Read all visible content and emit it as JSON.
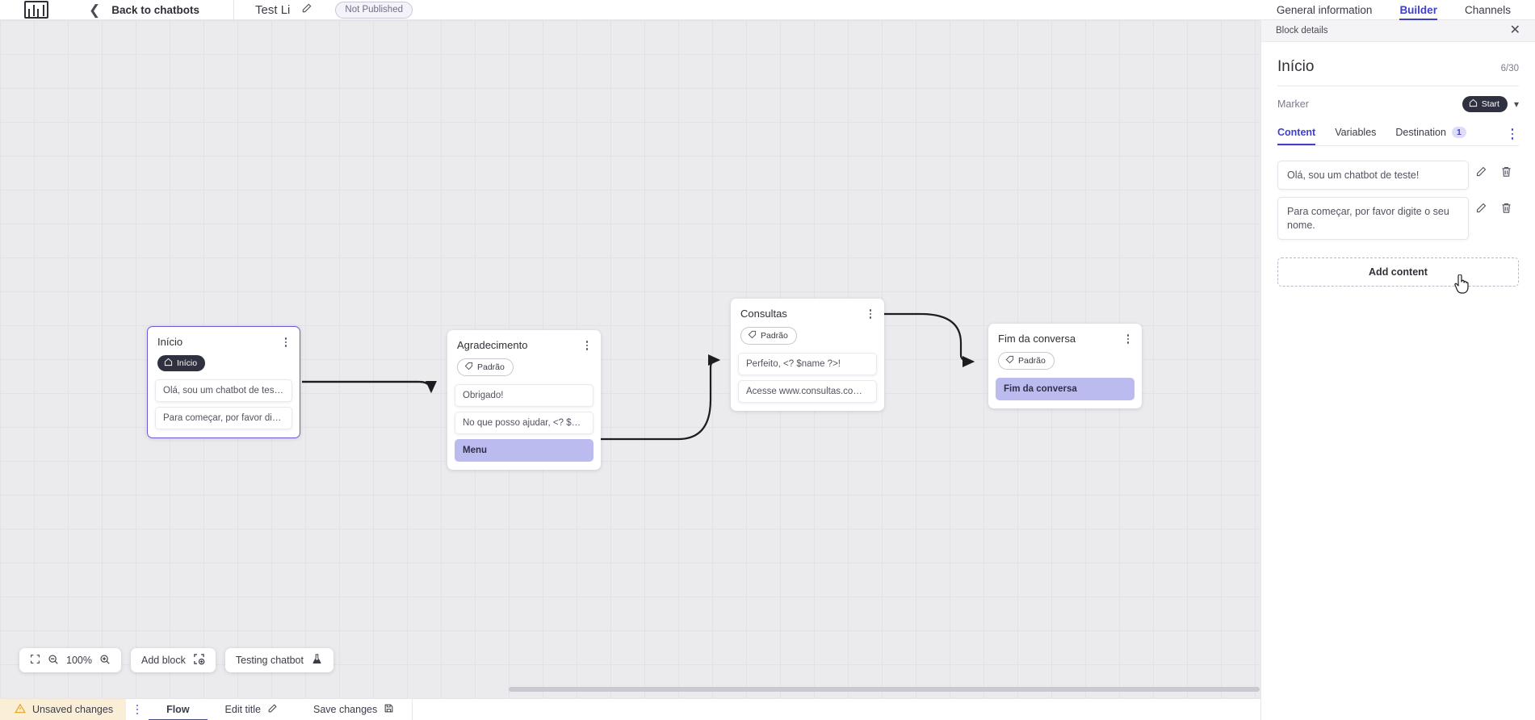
{
  "header": {
    "logo_icon": "chatbot-logo-icon",
    "back_label": "Back to chatbots",
    "bot_title": "Test Li",
    "edit_icon": "pencil-icon",
    "status_badge": "Not Published",
    "tabs": [
      {
        "label": "General information",
        "active": false
      },
      {
        "label": "Builder",
        "active": true
      },
      {
        "label": "Channels",
        "active": false
      }
    ]
  },
  "canvas": {
    "zoom_level": "100%",
    "fit_icon": "fit-screen-icon",
    "zoom_out_icon": "zoom-out-icon",
    "zoom_in_icon": "zoom-in-icon",
    "add_block_label": "Add block",
    "add_block_icon": "add-block-icon",
    "testing_label": "Testing chatbot",
    "testing_icon": "flask-icon",
    "nodes": [
      {
        "id": "inicio",
        "title": "Início",
        "marker": "Início",
        "marker_type": "start",
        "marker_icon": "home-icon",
        "selected": true,
        "messages": [
          {
            "text": "Olá, sou um chatbot de teste!",
            "kind": "message"
          },
          {
            "text": "Para começar, por favor digite o ...",
            "kind": "message"
          }
        ]
      },
      {
        "id": "agradecimento",
        "title": "Agradecimento",
        "marker": "Padrão",
        "marker_type": "default",
        "marker_icon": "tag-icon",
        "selected": false,
        "messages": [
          {
            "text": "Obrigado!",
            "kind": "message"
          },
          {
            "text": "No que posso ajudar, <? $name ...",
            "kind": "message"
          },
          {
            "text": "Menu",
            "kind": "option"
          }
        ]
      },
      {
        "id": "consultas",
        "title": "Consultas",
        "marker": "Padrão",
        "marker_type": "default",
        "marker_icon": "tag-icon",
        "selected": false,
        "messages": [
          {
            "text": "Perfeito, <? $name ?>!",
            "kind": "message"
          },
          {
            "text": "Acesse www.consultas.com par...",
            "kind": "message"
          }
        ]
      },
      {
        "id": "fim",
        "title": "Fim da conversa",
        "marker": "Padrão",
        "marker_type": "default",
        "marker_icon": "tag-icon",
        "selected": false,
        "messages": [
          {
            "text": "Fim da conversa",
            "kind": "option"
          }
        ]
      }
    ]
  },
  "statusbar": {
    "unsaved_label": "Unsaved changes",
    "warning_icon": "warning-triangle-icon",
    "kebab_icon": "kebab-menu-icon",
    "flow_label": "Flow",
    "edit_title_label": "Edit title",
    "edit_title_icon": "pencil-icon",
    "save_label": "Save changes",
    "save_icon": "floppy-disk-icon"
  },
  "panel": {
    "header_title": "Block details",
    "close_icon": "close-icon",
    "title": "Início",
    "counter": "6/30",
    "marker_label": "Marker",
    "marker_value": "Start",
    "marker_icon": "home-icon",
    "marker_chevron": "chevron-down-icon",
    "tabs": [
      {
        "label": "Content",
        "active": true,
        "badge": ""
      },
      {
        "label": "Variables",
        "active": false,
        "badge": ""
      },
      {
        "label": "Destination",
        "active": false,
        "badge": "1"
      }
    ],
    "contents": [
      {
        "text": "Olá, sou um chatbot de teste!",
        "edit_icon": "pencil-icon",
        "delete_icon": "trash-icon"
      },
      {
        "text": "Para começar, por favor digite o seu nome.",
        "edit_icon": "pencil-icon",
        "delete_icon": "trash-icon"
      }
    ],
    "add_content_label": "Add content"
  },
  "colors": {
    "accent": "#4040c8",
    "selected_node_border": "#6a5cd8",
    "option_chip": "#bcbbf0",
    "unsaved_bg": "#fbeed7",
    "canvas_bg": "#ebebee"
  }
}
